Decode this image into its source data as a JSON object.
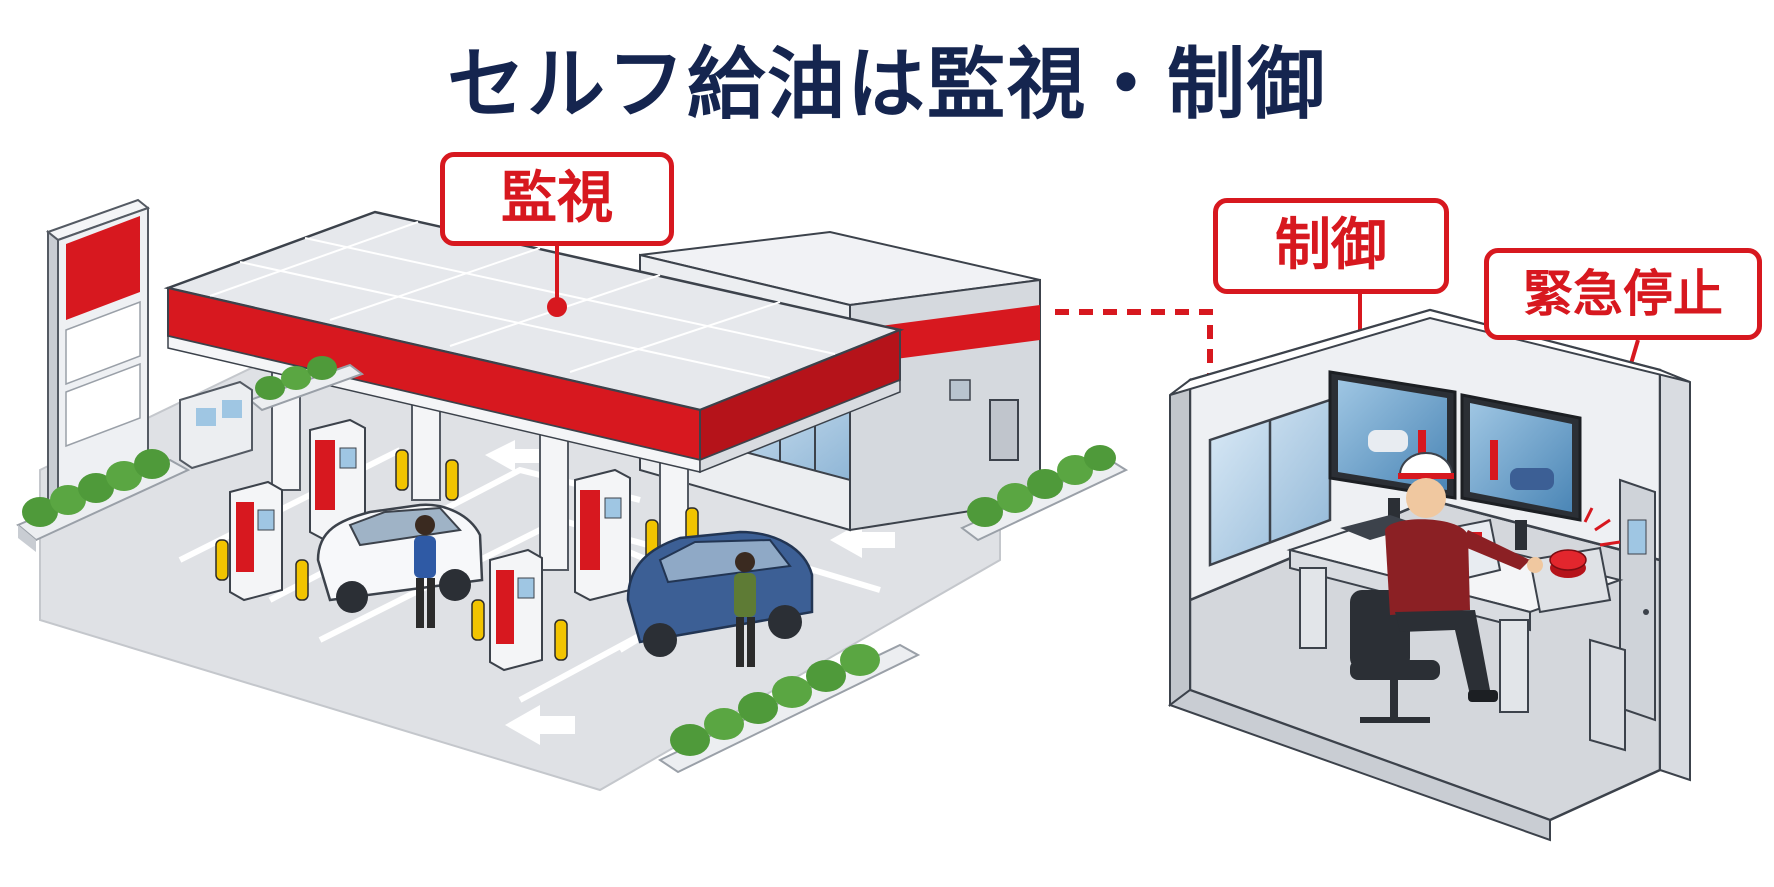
{
  "title": "セルフ給油は監視・制御",
  "labels": {
    "monitor": "監視",
    "control": "制御",
    "emergency_stop": "緊急停止"
  },
  "colors": {
    "accent_red": "#d7181f",
    "title_navy": "#15254f",
    "canopy_gray": "#e6e8ec",
    "shrub_green": "#4f9a3a"
  }
}
